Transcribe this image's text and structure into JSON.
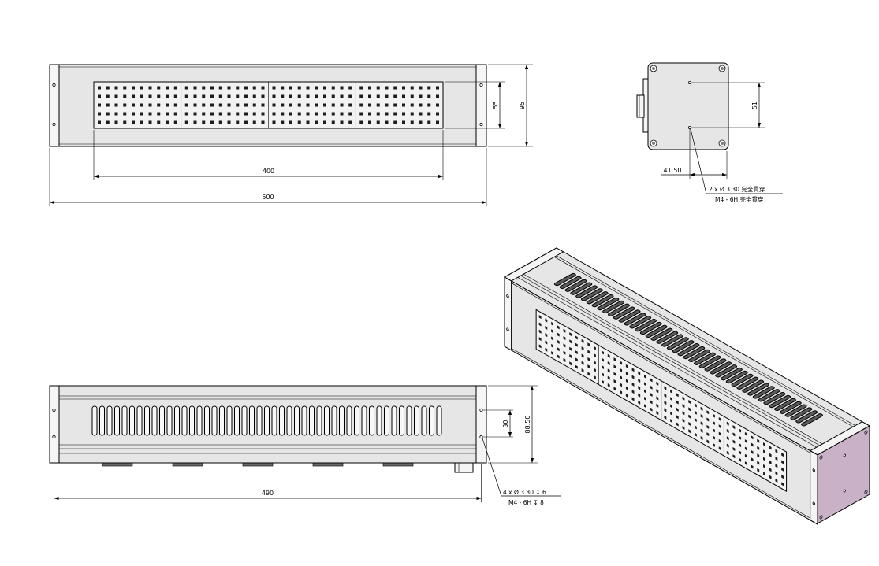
{
  "front_view": {
    "dim_panel_height": "55",
    "dim_overall_height": "95",
    "dim_panel_length": "400",
    "dim_overall_length": "500"
  },
  "end_view": {
    "dim_hole_spacing": "51",
    "dim_hole_offset": "41.50",
    "hole_callout": {
      "line1": "2 x Ø 3.30 完全貫穿",
      "line2": "M4 - 6H 完全貫穿"
    }
  },
  "fin_view": {
    "dim_hole_spacing": "30",
    "dim_overall_height": "88.50",
    "dim_hole_span": "490",
    "hole_callout": {
      "line1": "4 x Ø 3.30 ↧ 6",
      "line2": "M4 - 6H ↧ 8"
    }
  },
  "colors": {
    "line": "#000000",
    "body": "#e6e6e6",
    "panel": "#f2f2f2",
    "led": "#1c1c1c",
    "end_cap": "#c9b1c8"
  }
}
